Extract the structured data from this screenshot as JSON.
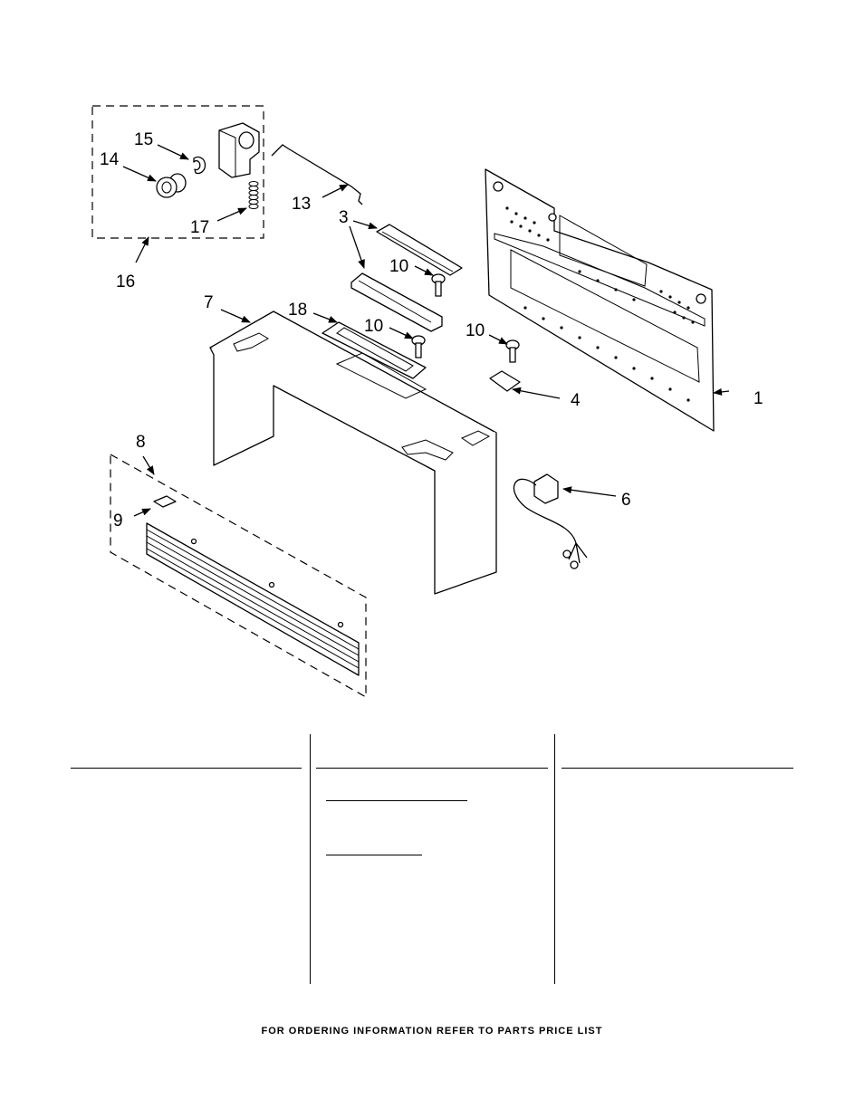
{
  "diagram": {
    "callouts": [
      {
        "id": "c1",
        "label": "1"
      },
      {
        "id": "c3",
        "label": "3"
      },
      {
        "id": "c4",
        "label": "4"
      },
      {
        "id": "c6",
        "label": "6"
      },
      {
        "id": "c7",
        "label": "7"
      },
      {
        "id": "c8",
        "label": "8"
      },
      {
        "id": "c9",
        "label": "9"
      },
      {
        "id": "c10a",
        "label": "10"
      },
      {
        "id": "c10b",
        "label": "10"
      },
      {
        "id": "c10c",
        "label": "10"
      },
      {
        "id": "c13",
        "label": "13"
      },
      {
        "id": "c14",
        "label": "14"
      },
      {
        "id": "c15",
        "label": "15"
      },
      {
        "id": "c16",
        "label": "16"
      },
      {
        "id": "c17",
        "label": "17"
      },
      {
        "id": "c18",
        "label": "18"
      }
    ]
  },
  "footer": {
    "note": "FOR ORDERING INFORMATION REFER TO PARTS PRICE LIST"
  }
}
